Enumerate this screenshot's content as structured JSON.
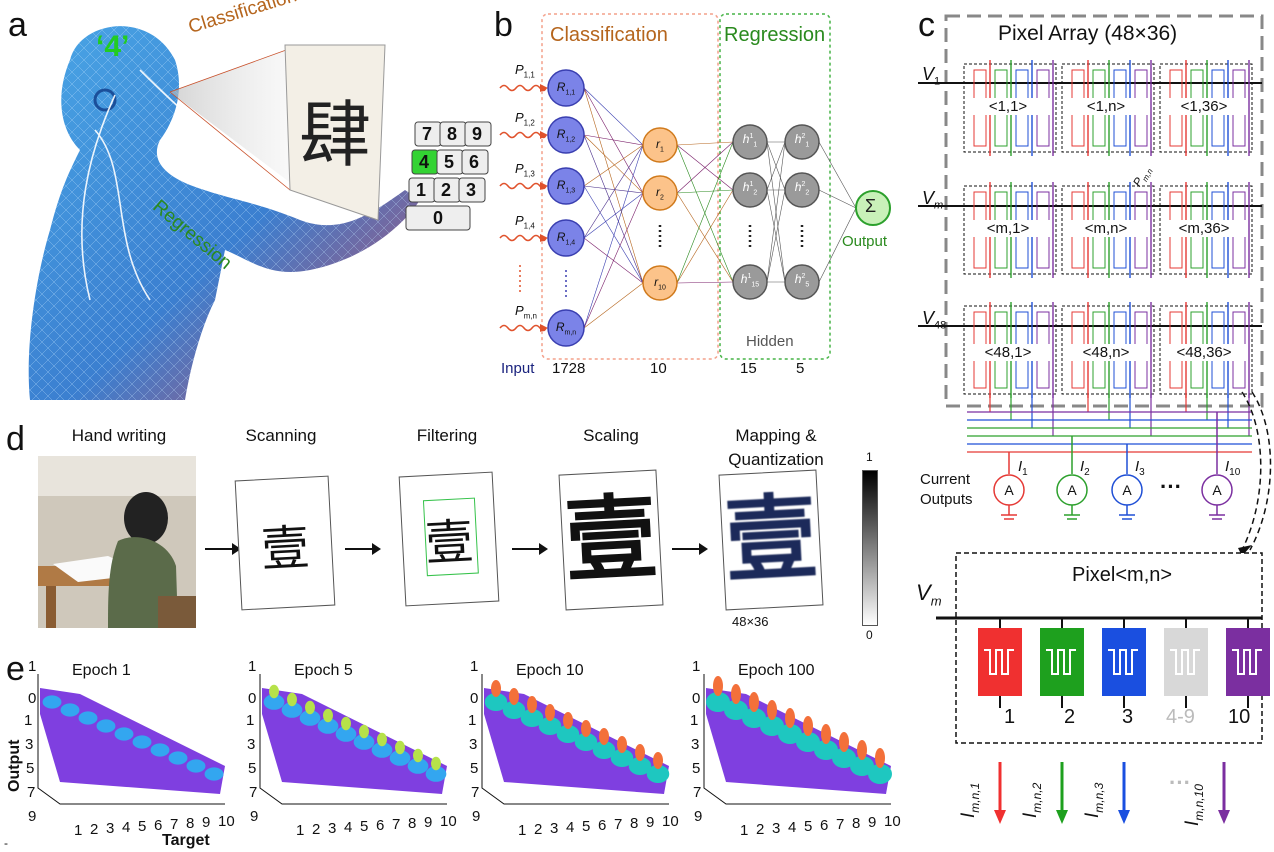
{
  "panels": {
    "a": "a",
    "b": "b",
    "c": "c",
    "d": "d",
    "e": "e"
  },
  "a": {
    "digit_label": "‘4’",
    "classification": "Classification",
    "regression": "Regression",
    "character": "肆",
    "keypad": [
      "7",
      "8",
      "9",
      "4",
      "5",
      "6",
      "1",
      "2",
      "3",
      "0"
    ],
    "highlight_key": "4"
  },
  "b": {
    "classification": "Classification",
    "regression": "Regression",
    "hidden": "Hidden",
    "output": "Output",
    "sigma": "Σ",
    "input_label": "Input",
    "counts": [
      "1728",
      "10",
      "15",
      "5"
    ],
    "inputs": [
      {
        "P": "P",
        "sub": "1,1",
        "R": "R",
        "rsub": "1,1"
      },
      {
        "P": "P",
        "sub": "1,2",
        "R": "R",
        "rsub": "1,2"
      },
      {
        "P": "P",
        "sub": "1,3",
        "R": "R",
        "rsub": "1,3"
      },
      {
        "P": "P",
        "sub": "1,4",
        "R": "R",
        "rsub": "1,4"
      },
      {
        "P": "P",
        "sub": "m,n",
        "R": "R",
        "rsub": "m,n"
      }
    ],
    "r_nodes": [
      {
        "t": "r",
        "s": "1"
      },
      {
        "t": "r",
        "s": "2"
      },
      {
        "t": "r",
        "s": "10"
      }
    ],
    "h1_nodes": [
      {
        "t": "h",
        "sup": "1",
        "s": "1"
      },
      {
        "t": "h",
        "sup": "1",
        "s": "2"
      },
      {
        "t": "h",
        "sup": "1",
        "s": "15"
      }
    ],
    "h2_nodes": [
      {
        "t": "h",
        "sup": "2",
        "s": "1"
      },
      {
        "t": "h",
        "sup": "2",
        "s": "2"
      },
      {
        "t": "h",
        "sup": "2",
        "s": "5"
      }
    ]
  },
  "c": {
    "title": "Pixel Array (48×36)",
    "rows": [
      {
        "v": "V",
        "vsub": "1",
        "cells": [
          "<1,1>",
          "<1,n>",
          "<1,36>"
        ]
      },
      {
        "v": "V",
        "vsub": "m",
        "cells": [
          "<m,1>",
          "<m,n>",
          "<m,36>"
        ]
      },
      {
        "v": "V",
        "vsub": "48",
        "cells": [
          "<48,1>",
          "<48,n>",
          "<48,36>"
        ]
      }
    ],
    "pmn": "P",
    "pmn_sub": "m,n",
    "current_outputs": [
      "Current",
      "Outputs"
    ],
    "ammeters": [
      {
        "label": "I",
        "sub": "1",
        "color": "#e53935"
      },
      {
        "label": "I",
        "sub": "2",
        "color": "#2ca02c"
      },
      {
        "label": "I",
        "sub": "3",
        "color": "#1f4fd6"
      },
      {
        "label": "I",
        "sub": "10",
        "color": "#7b2fa0"
      }
    ],
    "ammeter_symbol": "A",
    "dots": "···",
    "pixel_title": "Pixel<m,n>",
    "vm": "V",
    "vm_sub": "m",
    "devices": [
      {
        "label": "1",
        "color": "#f03030"
      },
      {
        "label": "2",
        "color": "#1ea01e"
      },
      {
        "label": "3",
        "color": "#1a4fe0"
      },
      {
        "label": "4-9",
        "color": "#d8d8d8"
      },
      {
        "label": "10",
        "color": "#7b2fa0"
      }
    ],
    "currents": [
      {
        "label": "I",
        "sub": "m,n,1",
        "color": "#f03030"
      },
      {
        "label": "I",
        "sub": "m,n,2",
        "color": "#1ea01e"
      },
      {
        "label": "I",
        "sub": "m,n,3",
        "color": "#1a4fe0"
      },
      {
        "label": "I",
        "sub": "m,n,10",
        "color": "#7b2fa0"
      }
    ]
  },
  "d": {
    "steps": [
      "Hand writing",
      "Scanning",
      "Filtering",
      "Scaling",
      "Mapping &",
      "Quantization"
    ],
    "character": "壹",
    "size_label": "48×36",
    "scale_top": "1",
    "scale_bottom": "0"
  },
  "e": {
    "epochs": [
      "Epoch 1",
      "Epoch 5",
      "Epoch 10",
      "Epoch 100"
    ],
    "z_ticks": [
      "1",
      "0"
    ],
    "y_ticks": [
      "1",
      "3",
      "5",
      "7",
      "9"
    ],
    "x_ticks": [
      "1",
      "2",
      "3",
      "4",
      "5",
      "6",
      "7",
      "8",
      "9",
      "10"
    ],
    "ylabel": "Output",
    "xlabel": "Target",
    "stray": "-"
  }
}
